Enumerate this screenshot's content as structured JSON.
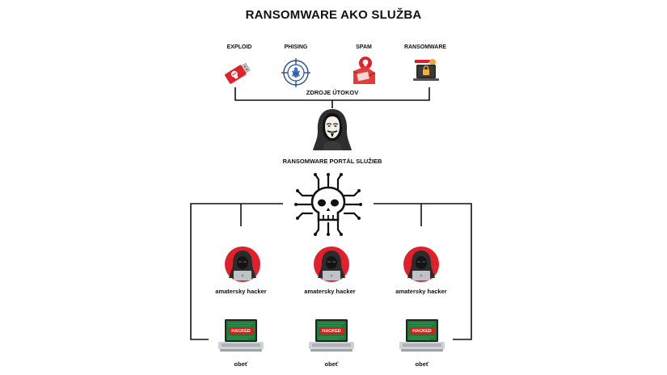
{
  "title": "RANSOMWARE AKO SLUŽBA",
  "sources": {
    "items": [
      {
        "label": "EXPLOID",
        "icon": "usb-skull-icon"
      },
      {
        "label": "PHISING",
        "icon": "crosshair-bug-icon"
      },
      {
        "label": "SPAM",
        "icon": "email-skull-icon"
      },
      {
        "label": "RANSOMWARE",
        "icon": "ransomware-laptop-icon"
      }
    ],
    "caption": "ZDROJE ÚTOKOV"
  },
  "portal": {
    "caption": "RANSOMWARE PORTÁL SLUŽIEB"
  },
  "hackers": [
    {
      "label": "amatersky hacker"
    },
    {
      "label": "amatersky hacker"
    },
    {
      "label": "amatersky hacker"
    }
  ],
  "victims": [
    {
      "label": "obeť",
      "screen_text": "HACKED"
    },
    {
      "label": "obeť",
      "screen_text": "HACKED"
    },
    {
      "label": "obeť",
      "screen_text": "HACKED"
    }
  ],
  "colors": {
    "accent_red": "#e0202a",
    "line": "#111111",
    "hood_dark": "#2c2c2c",
    "screen_green": "#1f7a3a"
  }
}
